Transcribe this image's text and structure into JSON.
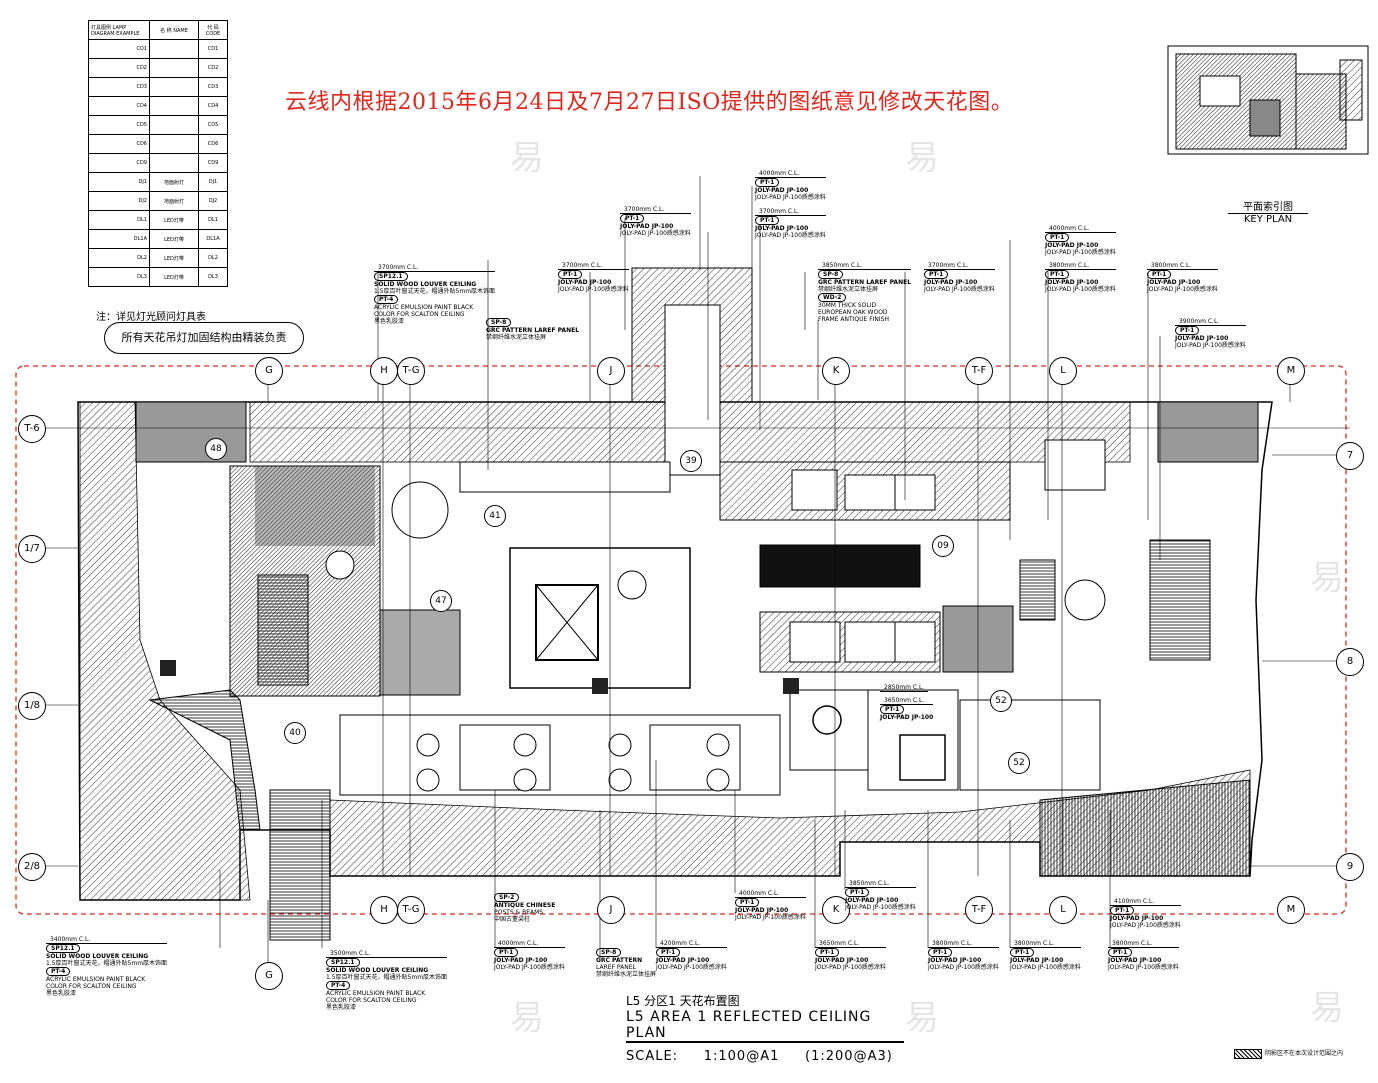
{
  "header": {
    "red_note": "云线内根据2015年6月24日及7月27日ISO提供的图纸意见修改天花图。"
  },
  "legend_table": {
    "headers": [
      "灯具图例 LAMP DIAGRAM EXAMPLE",
      "名 称 NAME",
      "代 码 CODE"
    ],
    "rows": [
      {
        "symbol": "CD1",
        "name": "",
        "code": "CD1"
      },
      {
        "symbol": "CD2",
        "name": "",
        "code": "CD2"
      },
      {
        "symbol": "CD3",
        "name": "",
        "code": "CD3"
      },
      {
        "symbol": "CD4",
        "name": "",
        "code": "CD4"
      },
      {
        "symbol": "CD5",
        "name": "",
        "code": "CD5"
      },
      {
        "symbol": "CD6",
        "name": "",
        "code": "CD6"
      },
      {
        "symbol": "CD9",
        "name": "",
        "code": "CD9"
      },
      {
        "symbol": "DJ1",
        "name": "地面射灯",
        "code": "DJ1"
      },
      {
        "symbol": "DJ2",
        "name": "地面射灯",
        "code": "DJ2"
      },
      {
        "symbol": "DL1",
        "name": "LED灯带",
        "code": "DL1"
      },
      {
        "symbol": "DL1A",
        "name": "LED灯带",
        "code": "DL1A"
      },
      {
        "symbol": "DL2",
        "name": "LED灯带",
        "code": "DL2"
      },
      {
        "symbol": "DL3",
        "name": "LED灯带",
        "code": "DL3"
      }
    ]
  },
  "notes": {
    "note1": "注：详见灯光顾问灯具表",
    "note2": "所有天花吊灯加固结构由精装负责"
  },
  "key_plan": {
    "cn": "平面索引图",
    "en": "KEY PLAN"
  },
  "title_block": {
    "cn": "L5 分区1 天花布置图",
    "en": "L5 AREA 1 REFLECTED CEILING PLAN",
    "scale_label": "SCALE:",
    "scale_a1": "1:100@A1",
    "scale_a3": "(1:200@A3)"
  },
  "footer_legend": "阴影区不在本次设计范围之内",
  "grid_top": [
    "G",
    "H",
    "T-G",
    "J",
    "K",
    "T-F",
    "L",
    "M"
  ],
  "grid_bottom": [
    "H",
    "T-G",
    "J",
    "K",
    "T-F",
    "L",
    "M"
  ],
  "grid_bottom_g": "G",
  "grid_left": [
    "T-6",
    "1/7",
    "1/8",
    "2/8"
  ],
  "grid_right": [
    "7",
    "8",
    "9"
  ],
  "detail_tags": [
    "48",
    "41",
    "39",
    "09",
    "47",
    "40",
    "52",
    "52"
  ],
  "tags_top": [
    {
      "cl": "3700mm C.L.",
      "code": "SP12.1",
      "l1": "SOLID WOOD LOUVER CEILING",
      "l2": "1.5厚百叶窗式天花，帽通外贴5mm厚木饰面",
      "code2": "PT-4",
      "l3": "ACRYLIC EMULSION PAINT BLACK",
      "l4": "COLOR FOR SCALTON CEILING",
      "l5": "黑色乳胶漆"
    },
    {
      "cl": "3700mm C.L.",
      "code": "PT-1",
      "l1": "JOLY-PAD JP-100",
      "l2": "JOLY-PAD JP-100质感涂料"
    },
    {
      "cl": "3700mm C.L.",
      "code": "PT-1",
      "l1": "JOLY-PAD JP-100",
      "l2": "JOLY-PAD JP-100质感涂料"
    },
    {
      "cl": "4000mm C.L.",
      "code": "PT-1",
      "l1": "JOLY-PAD JP-100",
      "l2": "JOLY-PAD JP-100质感涂料"
    },
    {
      "cl": "3700mm C.L.",
      "code": "PT-1",
      "l1": "JOLY-PAD JP-100",
      "l2": "JOLY-PAD JP-100质感涂料"
    },
    {
      "cl": "3850mm C.L.",
      "code": "SP-8",
      "l1": "GRC PATTERN LAREF PANEL",
      "l2": "禁纲纤维水泥立体挂屏",
      "code2": "WD-2",
      "l3": "30MM THICK SOLID",
      "l4": "EUROPEAN OAK WOOD",
      "l5": "FRAME ANTIQUE FINISH"
    },
    {
      "cl": "3700mm C.L.",
      "code": "PT-1",
      "l1": "JOLY-PAD JP-100",
      "l2": "JOLY-PAD JP-100质感涂料"
    },
    {
      "cl": "4000mm C.L.",
      "code": "PT-1",
      "l1": "JOLY-PAD JP-100",
      "l2": "JOLY-PAD JP-100质感涂料"
    },
    {
      "cl": "3800mm C.L.",
      "code": "PT-1",
      "l1": "JOLY-PAD JP-100",
      "l2": "JOLY-PAD JP-100质感涂料"
    },
    {
      "cl": "3800mm C.L.",
      "code": "PT-1",
      "l1": "JOLY-PAD JP-100",
      "l2": "JOLY-PAD JP-100质感涂料"
    },
    {
      "cl": "3900mm C.L.",
      "code": "PT-1",
      "l1": "JOLY-PAD JP-100",
      "l2": "JOLY-PAD JP-100质感涂料"
    },
    {
      "cl": "",
      "code": "SP-8",
      "l1": "GRC PATTERN LAREF PANEL",
      "l2": "禁纲纤维水泥立体挂屏"
    }
  ],
  "tags_bottom": [
    {
      "cl": "3400mm C.L.",
      "code": "SP12.1",
      "l1": "SOLID WOOD LOUVER CEILING",
      "l2": "1.5厚百叶窗式天花，帽通外贴5mm厚木饰面",
      "code2": "PT-4",
      "l3": "ACRYLIC EMULSION PAINT BLACK",
      "l4": "COLOR FOR SCALTON CEILING",
      "l5": "黑色乳胶漆"
    },
    {
      "cl": "3500mm C.L.",
      "code": "SP12.1",
      "l1": "SOLID WOOD LOUVER CEILING",
      "l2": "1.5厚百叶窗式天花，帽通外贴5mm厚木饰面",
      "code2": "PT-4",
      "l3": "ACRYLIC EMULSION PAINT BLACK",
      "l4": "COLOR FOR SCALTON CEILING",
      "l5": "黑色乳胶漆"
    },
    {
      "cl": "4000mm C.L.",
      "code": "PT-1",
      "l1": "JOLY-PAD JP-100",
      "l2": "JOLY-PAD JP-100质感涂料"
    },
    {
      "cl": "",
      "code": "SP-2",
      "l1": "ANTIQUE CHINESE",
      "l2": "POSTS & BEAMS",
      "l3": "中国古董梁柱"
    },
    {
      "cl": "",
      "code": "SP-8",
      "l1": "GRC PATTERN",
      "l2": "LAREF PANEL",
      "l3": "禁纲纤维水泥立体挂屏"
    },
    {
      "cl": "4200mm C.L.",
      "code": "PT-1",
      "l1": "JOLY-PAD JP-100",
      "l2": "JOLY-PAD JP-100质感涂料"
    },
    {
      "cl": "4000mm C.L.",
      "code": "PT-1",
      "l1": "JOLY-PAD JP-100",
      "l2": "JOLY-PAD JP-100质感涂料"
    },
    {
      "cl": "3650mm C.L.",
      "code": "PT-1",
      "l1": "JOLY-PAD JP-100",
      "l2": "JOLY-PAD JP-100质感涂料"
    },
    {
      "cl": "3850mm C.L.",
      "code": "PT-1",
      "l1": "JOLY-PAD JP-100",
      "l2": "JOLY-PAD JP-100质感涂料"
    },
    {
      "cl": "3800mm C.L.",
      "code": "PT-1",
      "l1": "JOLY-PAD JP-100",
      "l2": "JOLY-PAD JP-100质感涂料"
    },
    {
      "cl": "3800mm C.L.",
      "code": "PT-1",
      "l1": "JOLY-PAD JP-100",
      "l2": "JOLY-PAD JP-100质感涂料"
    },
    {
      "cl": "4100mm C.L.",
      "code": "PT-1",
      "l1": "JOLY-PAD JP-100",
      "l2": "JOLY-PAD JP-100质感涂料"
    },
    {
      "cl": "3800mm C.L.",
      "code": "PT-1",
      "l1": "JOLY-PAD JP-100",
      "l2": "JOLY-PAD JP-100质感涂料"
    }
  ],
  "inner_tags": [
    {
      "cl": "3650mm C.L.",
      "code": "PT-1",
      "l1": "JOLY-PAD JP-100"
    },
    {
      "cl": "2850mm C.L.",
      "code": "",
      "l1": ""
    }
  ],
  "watermark": "易"
}
